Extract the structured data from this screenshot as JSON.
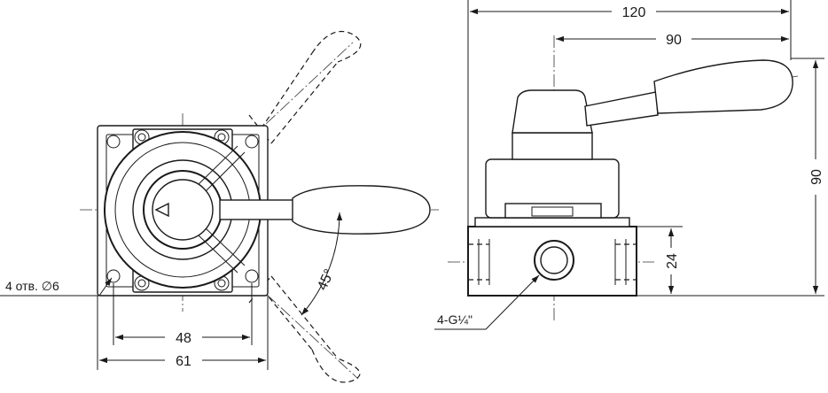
{
  "dimensions": {
    "overall_length": "120",
    "lever_reach": "90",
    "height": "90",
    "body_height": "24",
    "mount_spacing": "48",
    "body_width": "61",
    "rotation_angle": "45°"
  },
  "notes": {
    "mounting_holes": "4 отв. ∅6",
    "port_thread": "4-G¼\""
  }
}
